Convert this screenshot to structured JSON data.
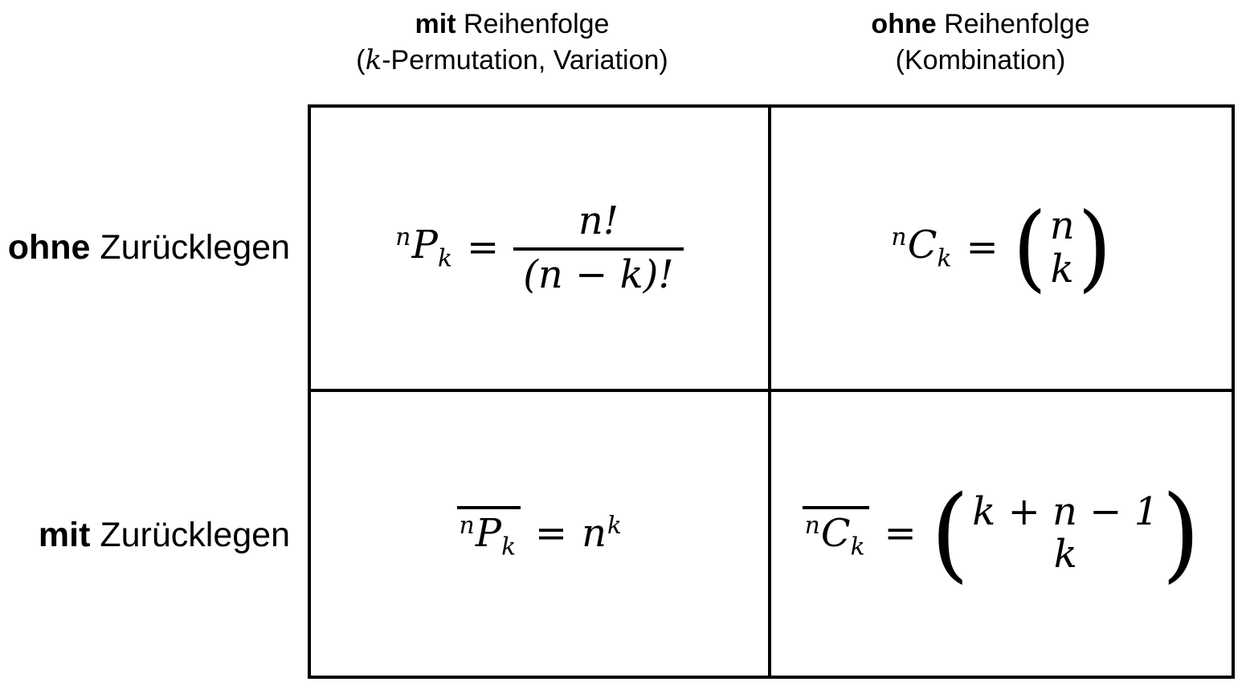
{
  "colors": {
    "background": "#ffffff",
    "text": "#000000",
    "border": "#000000"
  },
  "headers": {
    "col1": {
      "bold": "mit",
      "rest": " Reihenfolge",
      "line2_open": "(",
      "line2_var": "k",
      "line2_rest": "-Permutation, Variation)"
    },
    "col2": {
      "bold": "ohne",
      "rest": " Reihenfolge",
      "line2": "(Kombination)"
    }
  },
  "row_labels": {
    "row1": {
      "bold": "ohne",
      "rest": " Zurücklegen"
    },
    "row2": {
      "bold": "mit",
      "rest": " Zurücklegen"
    }
  },
  "formulas": {
    "perm_without_repetition": {
      "presup": "n",
      "base": "P",
      "sub": "k",
      "equals": "=",
      "numerator": "n!",
      "denominator": "(n − k)!"
    },
    "comb_without_repetition": {
      "presup": "n",
      "base": "C",
      "sub": "k",
      "equals": "=",
      "paren_open": "(",
      "binom_top": "n",
      "binom_bottom": "k",
      "paren_close": ")"
    },
    "perm_with_repetition": {
      "presup": "n",
      "base": "P",
      "sub": "k",
      "equals": "=",
      "result_base": "n",
      "result_sup": "k"
    },
    "comb_with_repetition": {
      "presup": "n",
      "base": "C",
      "sub": "k",
      "equals": "=",
      "paren_open": "(",
      "binom_top": "k + n − 1",
      "binom_bottom": "k",
      "paren_close": ")"
    }
  }
}
